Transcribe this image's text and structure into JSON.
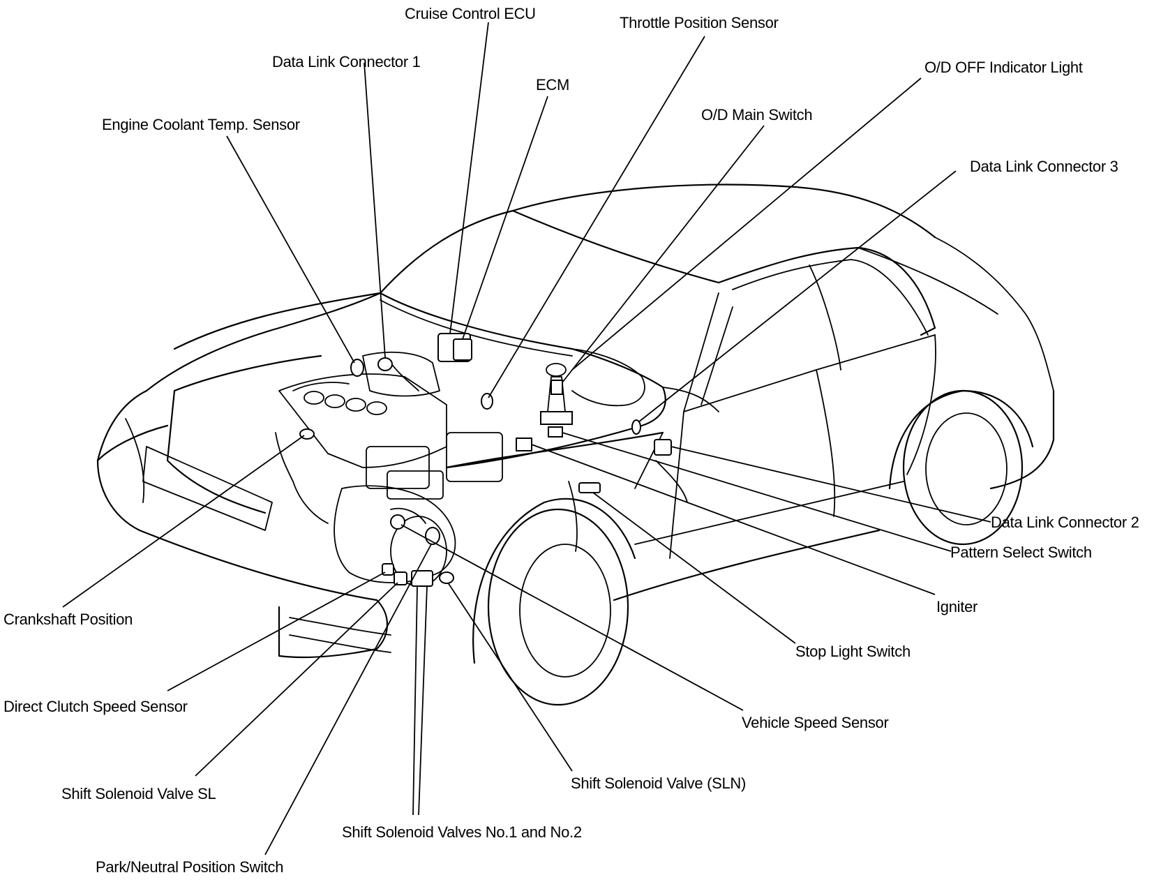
{
  "labels": {
    "cruise_control_ecu": "Cruise Control ECU",
    "throttle_position_sensor": "Throttle Position Sensor",
    "data_link_connector_1": "Data Link Connector 1",
    "ecm": "ECM",
    "od_off_indicator_light": "O/D OFF Indicator Light",
    "od_main_switch": "O/D Main Switch",
    "engine_coolant_temp_sensor": "Engine Coolant Temp. Sensor",
    "data_link_connector_3": "Data Link Connector 3",
    "data_link_connector_2": "Data Link Connector 2",
    "pattern_select_switch": "Pattern Select Switch",
    "igniter": "Igniter",
    "stop_light_switch": "Stop Light Switch",
    "vehicle_speed_sensor": "Vehicle Speed Sensor",
    "shift_solenoid_valve_sln": "Shift Solenoid Valve (SLN)",
    "shift_solenoid_valves_no1_no2": "Shift Solenoid Valves No.1 and No.2",
    "park_neutral_position_switch": "Park/Neutral Position Switch",
    "shift_solenoid_valve_sl": "Shift Solenoid Valve SL",
    "direct_clutch_speed_sensor": "Direct Clutch Speed Sensor",
    "crankshaft_position": "Crankshaft Position"
  }
}
